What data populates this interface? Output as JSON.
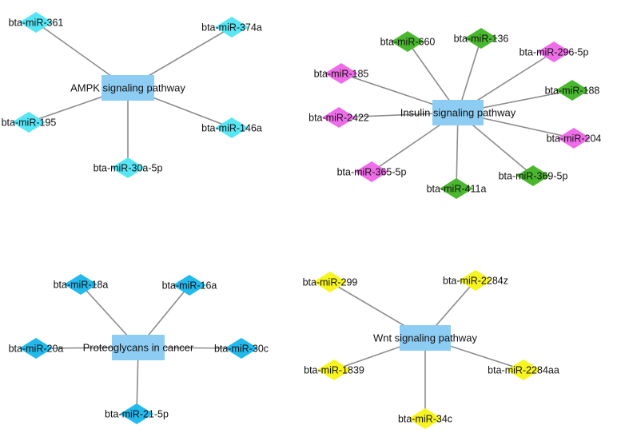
{
  "colors": {
    "edge": "#8c8c8c",
    "hub": "#8dcdf3",
    "cyan": "#57e6f5",
    "magenta": "#ee6ce8",
    "green": "#4ab82e",
    "blue": "#22b9ec",
    "yellow": "#f7f41e"
  },
  "networks": [
    {
      "id": "ampk",
      "hub": "AMPK signaling pathway",
      "nodes": [
        {
          "label": "bta-miR-361",
          "color": "cyan"
        },
        {
          "label": "bta-miR-374a",
          "color": "cyan"
        },
        {
          "label": "bta-miR-195",
          "color": "cyan"
        },
        {
          "label": "bta-miR-146a",
          "color": "cyan"
        },
        {
          "label": "bta-miR-30a-5p",
          "color": "cyan"
        }
      ]
    },
    {
      "id": "insulin",
      "hub": "Insulin signaling pathway",
      "nodes": [
        {
          "label": "bta-miR-660",
          "color": "green"
        },
        {
          "label": "bta-miR-136",
          "color": "green"
        },
        {
          "label": "bta-miR-296-5p",
          "color": "magenta"
        },
        {
          "label": "bta-miR-185",
          "color": "magenta"
        },
        {
          "label": "bta-miR-188",
          "color": "green"
        },
        {
          "label": "bta-miR-2422",
          "color": "magenta"
        },
        {
          "label": "bta-miR-204",
          "color": "magenta"
        },
        {
          "label": "bta-miR-365-5p",
          "color": "magenta"
        },
        {
          "label": "bta-miR-369-5p",
          "color": "green"
        },
        {
          "label": "bta-miR-411a",
          "color": "green"
        }
      ]
    },
    {
      "id": "proteoglycans",
      "hub": "Proteoglycans in cancer",
      "nodes": [
        {
          "label": "bta-miR-18a",
          "color": "blue"
        },
        {
          "label": "bta-miR-16a",
          "color": "blue"
        },
        {
          "label": "bta-miR-20a",
          "color": "blue"
        },
        {
          "label": "bta-miR-30c",
          "color": "blue"
        },
        {
          "label": "bta-miR-21-5p",
          "color": "blue"
        }
      ]
    },
    {
      "id": "wnt",
      "hub": "Wnt signaling pathway",
      "nodes": [
        {
          "label": "bta-miR-299",
          "color": "yellow"
        },
        {
          "label": "bta-miR-2284z",
          "color": "yellow"
        },
        {
          "label": "bta-miR-1839",
          "color": "yellow"
        },
        {
          "label": "bta-miR-2284aa",
          "color": "yellow"
        },
        {
          "label": "bta-miR-34c",
          "color": "yellow"
        }
      ]
    }
  ]
}
